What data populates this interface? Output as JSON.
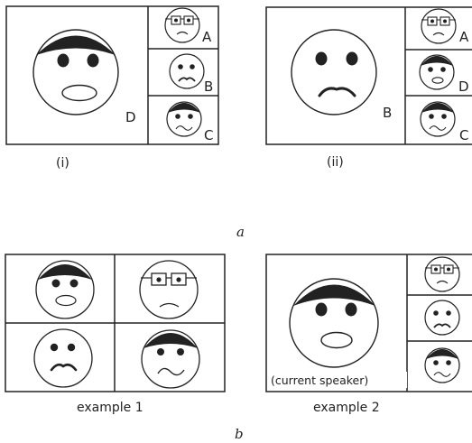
{
  "part_a": {
    "label": "a",
    "panel_i": {
      "caption": "(i)",
      "main_label": "D",
      "side_labels": [
        "A",
        "B",
        "C"
      ]
    },
    "panel_ii": {
      "caption": "(ii)",
      "main_label": "B",
      "side_labels": [
        "A",
        "D",
        "C"
      ]
    }
  },
  "part_b": {
    "label": "b",
    "example1": {
      "caption": "example 1"
    },
    "example2": {
      "caption": "example 2",
      "speaker_label": "(current speaker)"
    }
  },
  "faces": {
    "A": {
      "features": [
        "glasses",
        "frown"
      ]
    },
    "B": {
      "features": [
        "mustache"
      ]
    },
    "C": {
      "features": [
        "hair",
        "wavy-mouth"
      ]
    },
    "D": {
      "features": [
        "hair",
        "open-mouth"
      ]
    }
  }
}
